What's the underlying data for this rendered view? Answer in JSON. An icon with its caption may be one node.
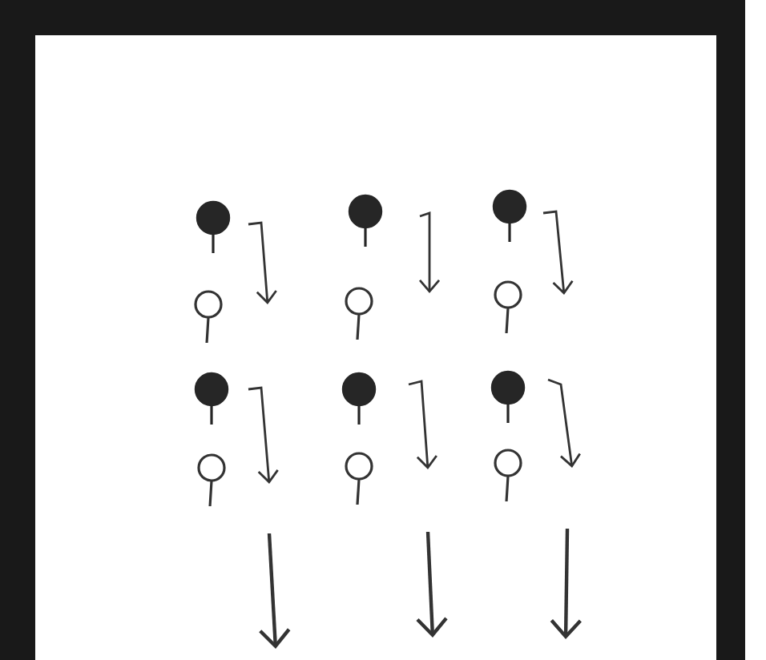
{
  "diagram": {
    "nodes": [
      {
        "text": [],
        "shape": "circle"
      },
      {
        "text": [],
        "shape": "circle"
      },
      {
        "text": [],
        "shape": "circle"
      },
      {
        "text": [],
        "shape": "circle"
      },
      {
        "text": [],
        "shape": "circle"
      },
      {
        "text": [],
        "shape": "circle"
      },
      {
        "text": [],
        "shape": "circle"
      },
      {
        "text": [],
        "shape": "circle"
      },
      {
        "text": [],
        "shape": "circle"
      },
      {
        "text": [],
        "shape": "circle"
      },
      {
        "text": [],
        "shape": "circle"
      },
      {
        "text": [],
        "shape": "circle"
      }
    ]
  }
}
